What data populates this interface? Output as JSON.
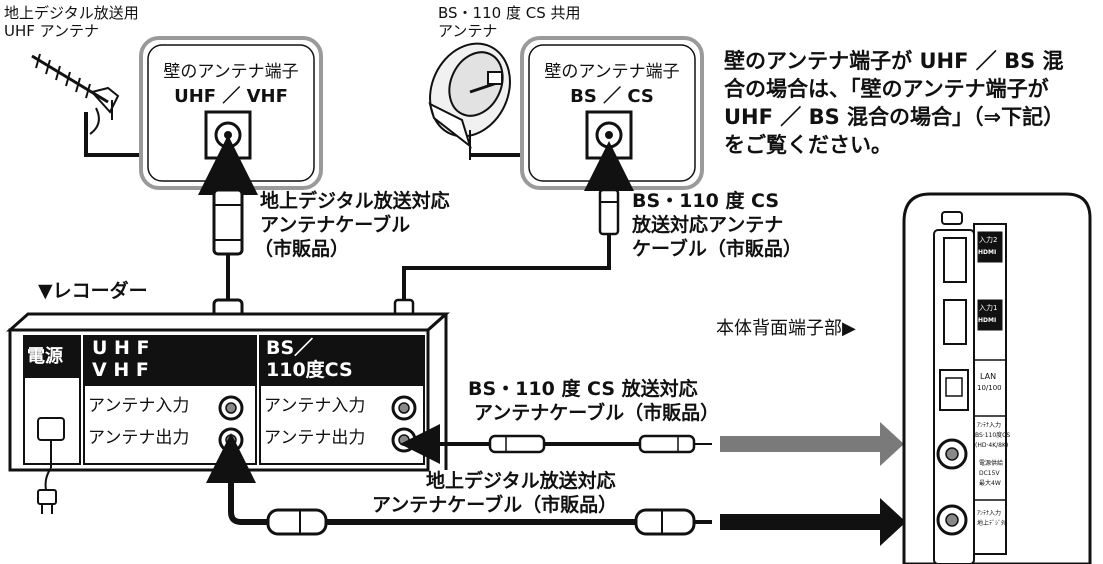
{
  "uhf_antenna": {
    "line1": "地上デジタル放送用",
    "line2": "UHF アンテナ"
  },
  "bs_antenna": {
    "line1": "BS・110 度 CS 共用",
    "line2": "アンテナ"
  },
  "wall_left": {
    "title": "壁のアンテナ端子",
    "type": "UHF ／ VHF"
  },
  "wall_right": {
    "title": "壁のアンテナ端子",
    "type": "BS ／ CS"
  },
  "note": {
    "line1": "壁のアンテナ端子が UHF ／ BS 混",
    "line2": "合の場合は、「壁のアンテナ端子が",
    "line3a": "UHF ／ BS 混合の場合」（⇒",
    "line3b": "下記",
    "line3c": "）",
    "line4": "をご覧ください。"
  },
  "cable_terrestrial_top": {
    "line1": "地上デジタル放送対応",
    "line2": "アンテナケーブル",
    "line3": "（市販品）"
  },
  "cable_bs_top": {
    "line1": "BS・110 度 CS",
    "line2": "放送対応アンテナ",
    "line3": "ケーブル（市販品）"
  },
  "recorder": {
    "label": "▼レコーダー",
    "power": "電源",
    "uhf_header": {
      "line1": "U H F",
      "line2": "V H F"
    },
    "bs_header": {
      "line1": "BS／",
      "line2": "110度CS"
    },
    "input_label": "アンテナ入力",
    "output_label": "アンテナ出力"
  },
  "rear_panel_label": "本体背面端子部▶",
  "cable_bs_mid": {
    "line1": "BS・110 度 CS 放送対応",
    "line2": "アンテナケーブル（市販品）"
  },
  "cable_terrestrial_bottom": {
    "line1": "地上デジタル放送対応",
    "line2": "アンテナケーブル（市販品）"
  },
  "tv_panel": {
    "input2": "入力2",
    "hdmi": "HDMI",
    "input1": "入力1",
    "lan": "LAN",
    "lan_speed": "10/100",
    "bs_in_1": "ｱﾝﾃﾅ入力",
    "bs_in_2": "BS·110度CS",
    "bs_in_3": "(HD·4K/8K)",
    "power_1": "電源供給",
    "power_2": "DC15V",
    "power_3": "最大4W",
    "terr_in_1": "ｱﾝﾃﾅ入力",
    "terr_in_2": "地上ﾃﾞｼﾞﾀﾙ"
  },
  "colors": {
    "line": "#111111",
    "arrow_gray": "#7a7a7a",
    "wall_border": "#9a9a9a",
    "header_fill": "#111111"
  }
}
